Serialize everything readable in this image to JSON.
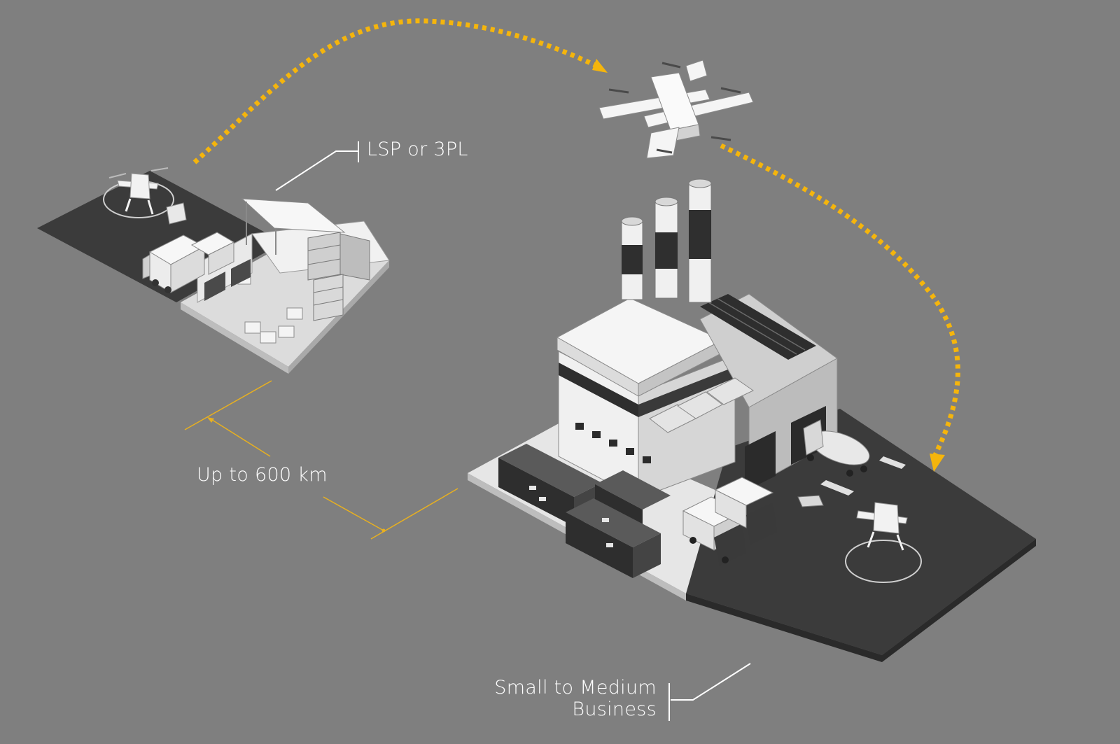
{
  "labels": {
    "origin": "LSP or 3PL",
    "range": "Up to 600 km",
    "destination_line1": "Small to Medium",
    "destination_line2": "Business"
  },
  "colors": {
    "background": "#7f7f7f",
    "flight_path": "#f5b50c",
    "range_line": "#e8b020",
    "label_text": "#ffffff",
    "ground_dark": "#3b3b3b",
    "ground_light": "#e6e6e6"
  },
  "icons": [
    "aircraft-icon",
    "warehouse-icon",
    "factory-icon",
    "truck-icon",
    "helipad-icon",
    "container-icon"
  ]
}
